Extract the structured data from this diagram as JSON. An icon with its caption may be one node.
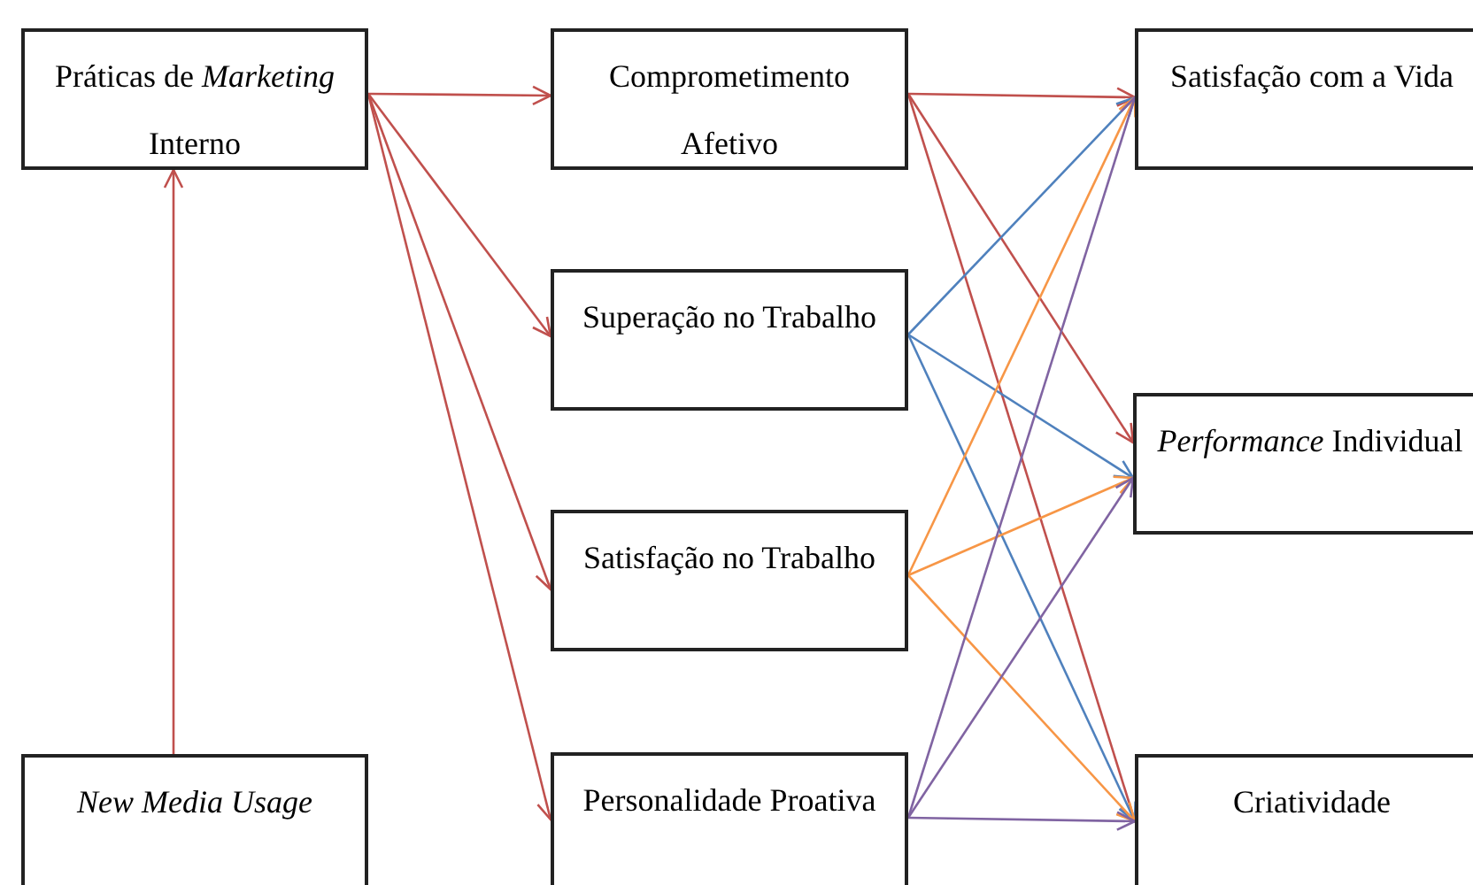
{
  "diagram": {
    "nodes": [
      {
        "text": [
          "Práticas de *Marketing* Interno"
        ]
      },
      {
        "text": [
          "New Media Usage"
        ]
      },
      {
        "text": [
          "Comprometimento Afetivo"
        ]
      },
      {
        "text": [
          "Superação no Trabalho"
        ]
      },
      {
        "text": [
          "Satisfação no Trabalho"
        ]
      },
      {
        "text": [
          "Personalidade Proativa"
        ]
      },
      {
        "text": [
          "Satisfação com a Vida"
        ]
      },
      {
        "text": [
          "*Performance* Individual"
        ]
      },
      {
        "text": [
          "Criatividade"
        ]
      }
    ],
    "edges": [
      {
        "from": 1,
        "to": 0,
        "arrow": "to"
      },
      {
        "from": 0,
        "to": 2,
        "arrow": "to"
      },
      {
        "from": 0,
        "to": 3,
        "arrow": "to"
      },
      {
        "from": 0,
        "to": 4,
        "arrow": "to"
      },
      {
        "from": 0,
        "to": 5,
        "arrow": "to"
      },
      {
        "from": 2,
        "to": 6,
        "arrow": "to"
      },
      {
        "from": 2,
        "to": 7,
        "arrow": "to"
      },
      {
        "from": 2,
        "to": 8,
        "arrow": "to"
      },
      {
        "from": 3,
        "to": 6,
        "arrow": "to",
        "color": "#4f81bd"
      },
      {
        "from": 3,
        "to": 7,
        "arrow": "to",
        "color": "#4f81bd"
      },
      {
        "from": 3,
        "to": 8,
        "arrow": "to",
        "color": "#4f81bd"
      },
      {
        "from": 4,
        "to": 6,
        "arrow": "to",
        "color": "#f79646"
      },
      {
        "from": 4,
        "to": 7,
        "arrow": "to",
        "color": "#f79646"
      },
      {
        "from": 4,
        "to": 8,
        "arrow": "to",
        "color": "#f79646"
      },
      {
        "from": 5,
        "to": 6,
        "arrow": "to",
        "color": "#8064a2"
      },
      {
        "from": 5,
        "to": 7,
        "arrow": "to",
        "color": "#8064a2"
      },
      {
        "from": 5,
        "to": 8,
        "arrow": "to",
        "color": "#8064a2"
      }
    ]
  }
}
